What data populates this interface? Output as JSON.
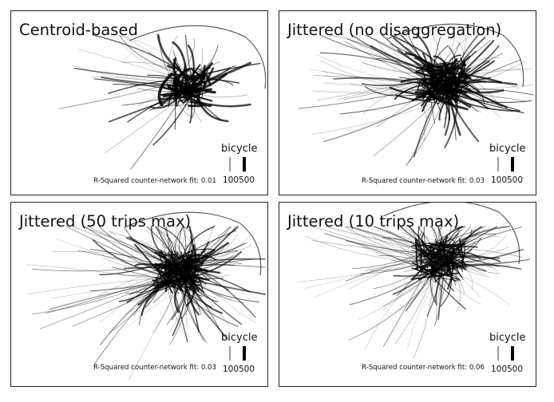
{
  "panels": [
    {
      "title": "Centroid-based",
      "r_squared_text": "R-Squared counter-network fit: 0.01",
      "flow_style": "centroid"
    },
    {
      "title": "Jittered (no disaggregation)",
      "r_squared_text": "R-Squared counter-network fit: 0.03",
      "flow_style": "jitter_none"
    },
    {
      "title": "Jittered (50 trips max)",
      "r_squared_text": "R-Squared counter-network fit: 0.03",
      "flow_style": "jitter_50"
    },
    {
      "title": "Jittered (10 trips max)",
      "r_squared_text": "R-Squared counter-network fit: 0.06",
      "flow_style": "jitter_10"
    }
  ],
  "legend": {
    "title": "bicycle",
    "items": [
      {
        "label": "100",
        "value": 100
      },
      {
        "label": "500",
        "value": 500
      }
    ]
  },
  "colors": {
    "route": "#000000",
    "border": "#222222",
    "background": "#ffffff"
  }
}
